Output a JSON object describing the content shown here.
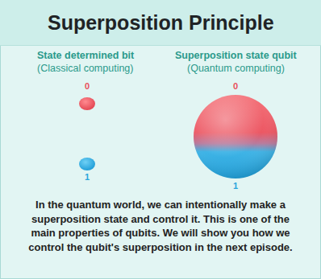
{
  "diagram": {
    "title": "Superposition Principle",
    "caption": "In the quantum world, we can intentionally make a superposition state and control it. This is one of the main properties of qubits. We will show you how we control the qubit's superposition in the next episode.",
    "labels": [
      "State determined bit",
      "(Classical computing)",
      "Superposition state qubit",
      "(Quantum computing)",
      "0",
      "1",
      "0",
      "1"
    ]
  }
}
